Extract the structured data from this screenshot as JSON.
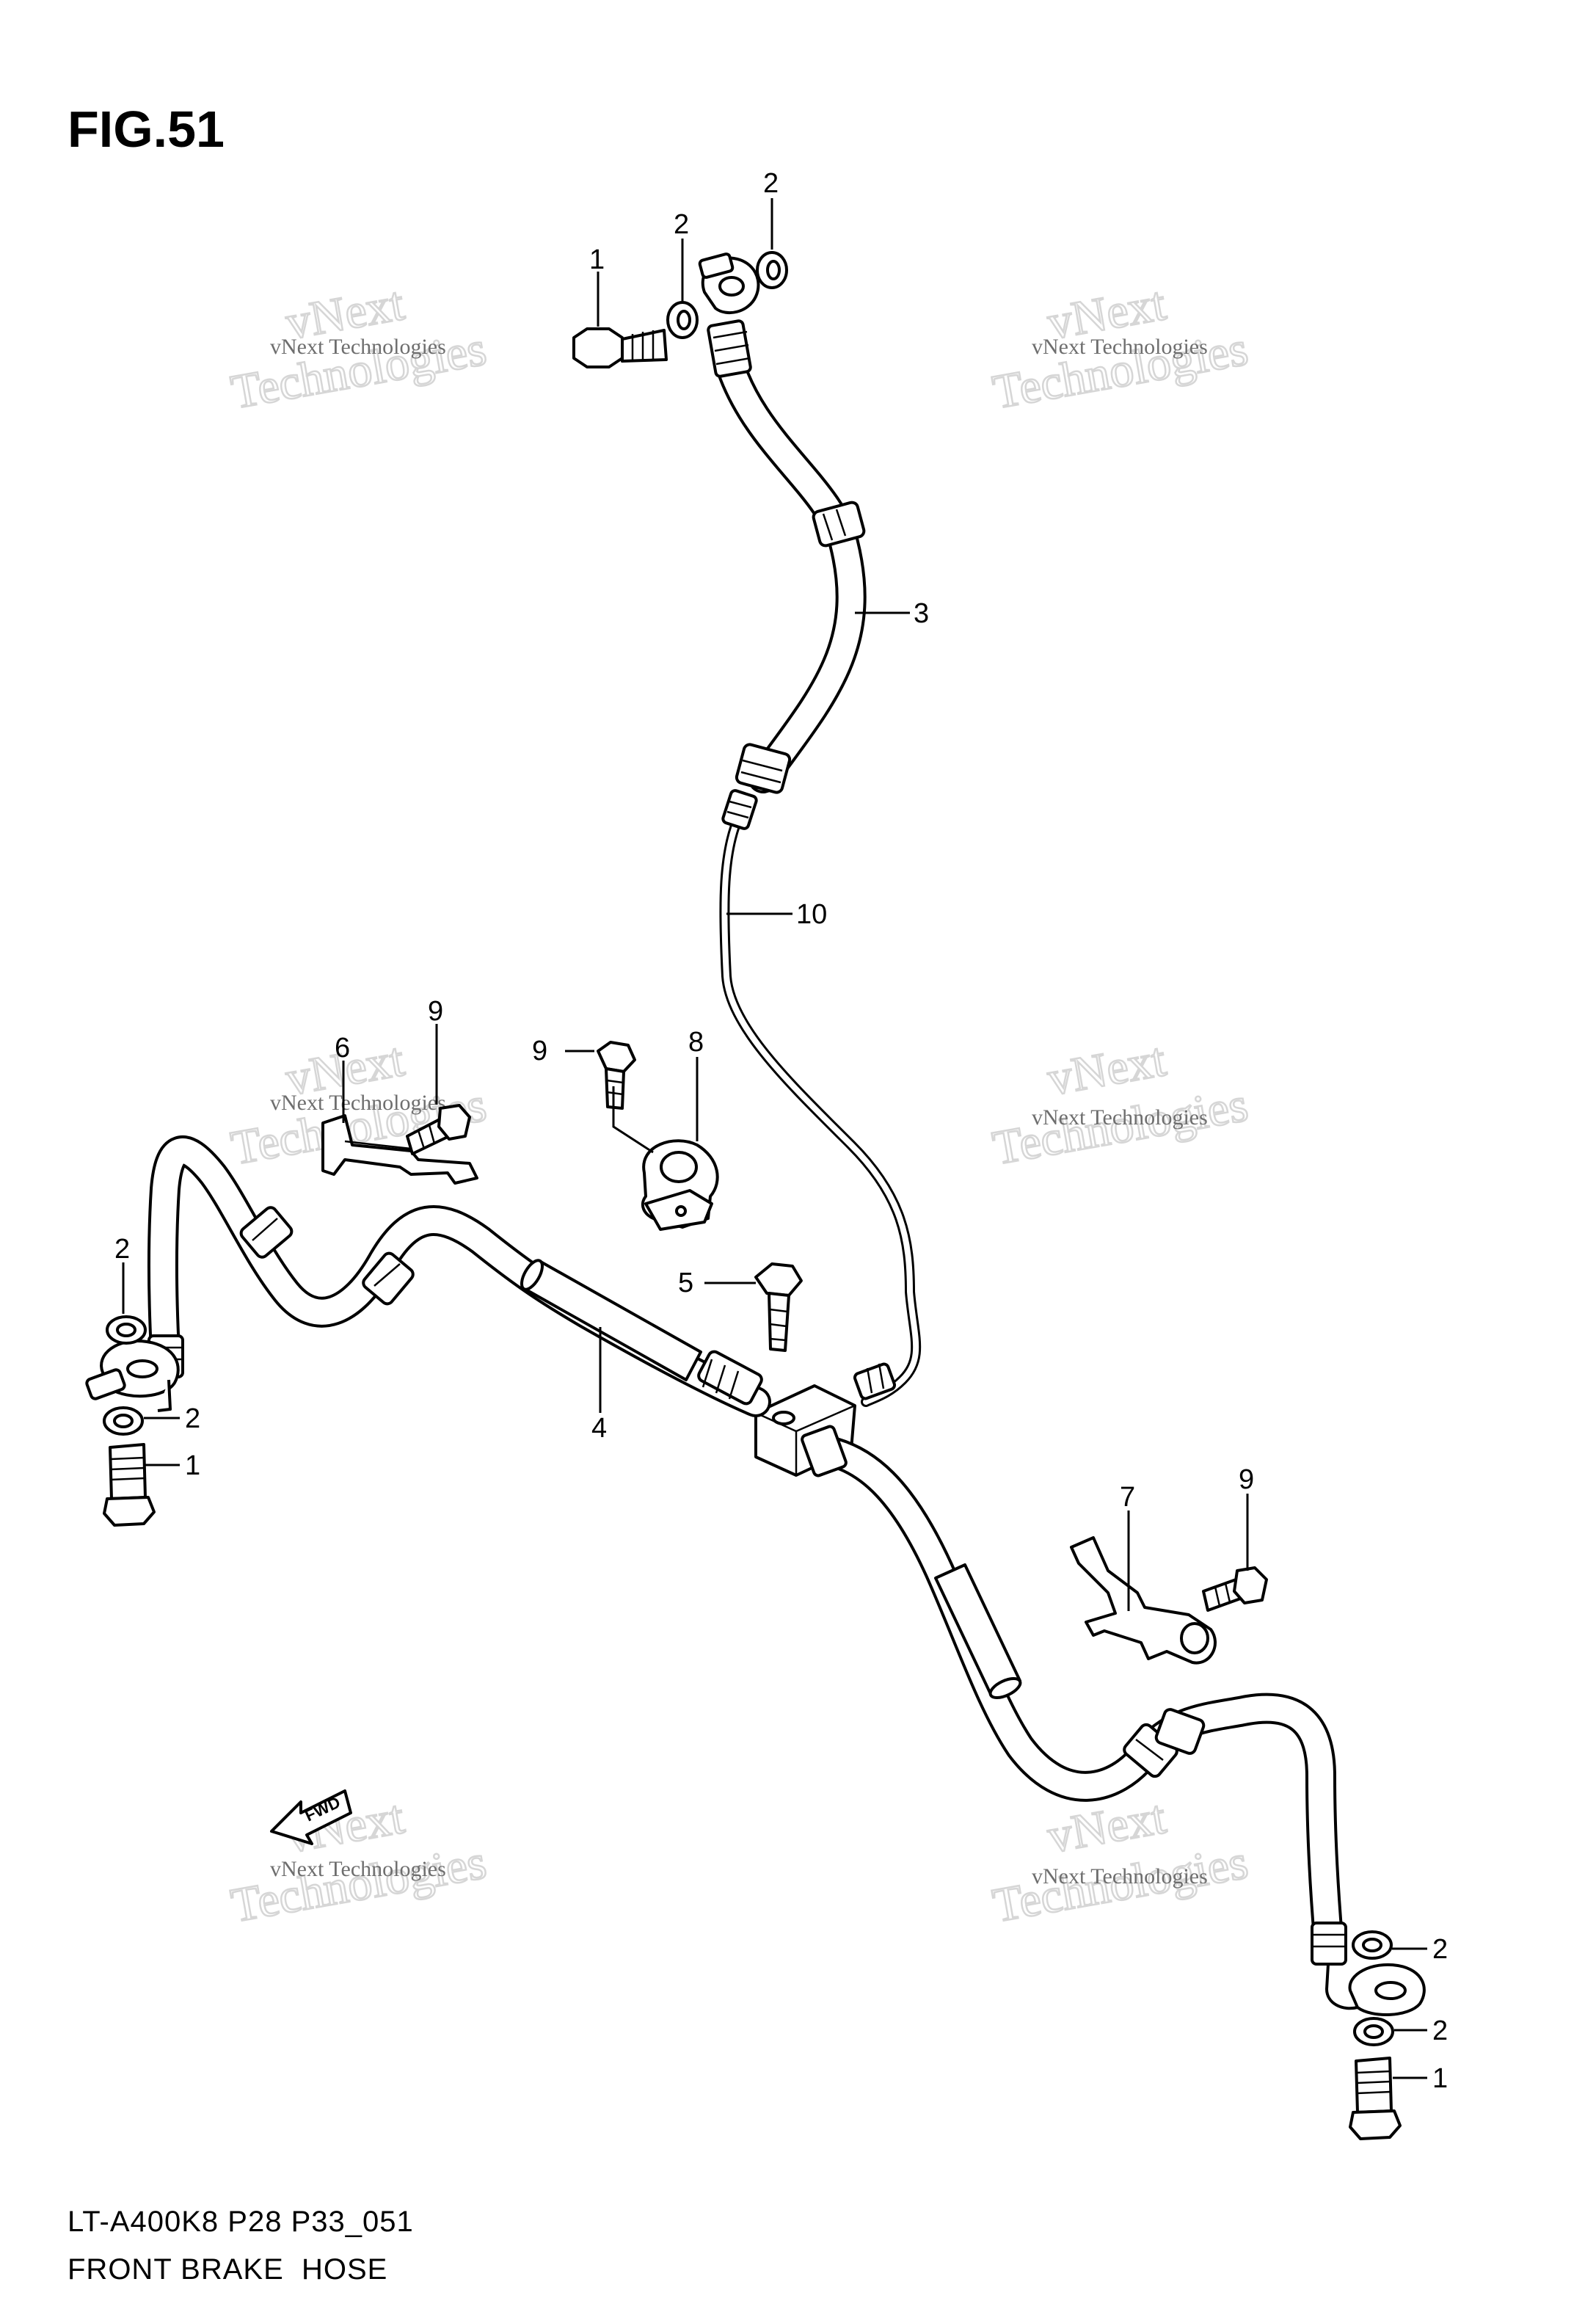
{
  "figure": {
    "label": "FIG.51"
  },
  "footer": {
    "model_code": "LT-A400K8 P28 P33_051",
    "title": "FRONT BRAKE  HOSE"
  },
  "watermark": {
    "big_line_1": "vNext",
    "big_line_2": "Technologies",
    "small_line": "vNext Technologies"
  },
  "fwd_arrow": {
    "label": "FWD"
  },
  "callouts": [
    {
      "id": "c-1a",
      "number": "1"
    },
    {
      "id": "c-2a",
      "number": "2"
    },
    {
      "id": "c-2b",
      "number": "2"
    },
    {
      "id": "c-3",
      "number": "3"
    },
    {
      "id": "c-10",
      "number": "10"
    },
    {
      "id": "c-9a",
      "number": "9"
    },
    {
      "id": "c-6",
      "number": "6"
    },
    {
      "id": "c-9b",
      "number": "9"
    },
    {
      "id": "c-8",
      "number": "8"
    },
    {
      "id": "c-2c",
      "number": "2"
    },
    {
      "id": "c-5",
      "number": "5"
    },
    {
      "id": "c-2d",
      "number": "2"
    },
    {
      "id": "c-1b",
      "number": "1"
    },
    {
      "id": "c-4",
      "number": "4"
    },
    {
      "id": "c-7",
      "number": "7"
    },
    {
      "id": "c-9c",
      "number": "9"
    },
    {
      "id": "c-2e",
      "number": "2"
    },
    {
      "id": "c-2f",
      "number": "2"
    },
    {
      "id": "c-1c",
      "number": "1"
    }
  ]
}
